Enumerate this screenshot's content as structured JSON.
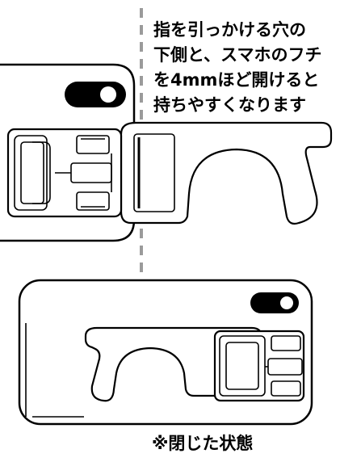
{
  "note": {
    "lines": [
      "指を引っかける穴の",
      "下側と、スマホのフチ",
      "を4mmほど開けると",
      "持ちやすくなります"
    ]
  },
  "caption": "※閉じた状態",
  "colors": {
    "line": "#000000",
    "divider": "#9b9b9b",
    "background": "#ffffff"
  }
}
